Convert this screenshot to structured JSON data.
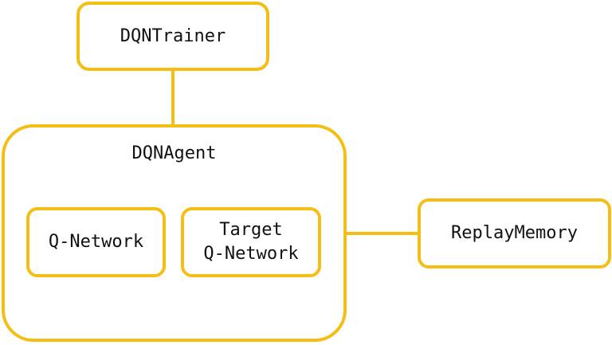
{
  "diagram": {
    "nodes": {
      "trainer": {
        "label": "DQNTrainer"
      },
      "agent": {
        "label": "DQNAgent"
      },
      "q_network": {
        "label": "Q-Network"
      },
      "target_q_network": {
        "label_line1": "Target",
        "label_line2": "Q-Network"
      },
      "replay_memory": {
        "label": "ReplayMemory"
      }
    },
    "edges": [
      {
        "from": "DQNTrainer",
        "to": "DQNAgent"
      },
      {
        "from": "DQNAgent",
        "to": "ReplayMemory"
      }
    ],
    "colors": {
      "border": "#f5be14",
      "text": "#111111",
      "background": "#ffffff"
    }
  }
}
